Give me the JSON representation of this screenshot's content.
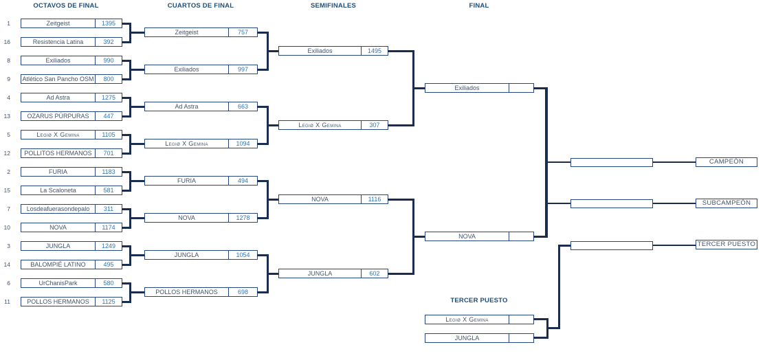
{
  "headers": {
    "round_of_16": "OCTAVOS DE FINAL",
    "quarterfinals": "CUARTOS DE FINAL",
    "semifinals": "SEMIFINALES",
    "final": "FINAL",
    "third_place": "TERCER PUESTO"
  },
  "placements": {
    "champion": "CAMPEÓN",
    "runner_up": "SUBCAMPEÓN",
    "third": "TERCER PUESTO"
  },
  "colors": {
    "bracket_line": "#1b2d4f",
    "box_border": "#25477b",
    "team_name_text": "#44546a",
    "score_text": "#2e75b6",
    "header_text": "#1f4e79"
  },
  "rounds": {
    "r16": [
      {
        "seed": "1",
        "name": "Zeitgeist",
        "score": "1395"
      },
      {
        "seed": "16",
        "name": "Resistencia Latina",
        "score": "392"
      },
      {
        "seed": "8",
        "name": "Exiliados",
        "score": "990"
      },
      {
        "seed": "9",
        "name": "Atlético San Pancho OSM",
        "score": "800"
      },
      {
        "seed": "4",
        "name": "Ad Astra",
        "score": "1275"
      },
      {
        "seed": "13",
        "name": "OZARUS PÚRPURAS",
        "score": "447"
      },
      {
        "seed": "5",
        "name": "Legiø X Gemina",
        "score": "1105"
      },
      {
        "seed": "12",
        "name": "POLLITOS HERMANOS",
        "score": "701"
      },
      {
        "seed": "2",
        "name": "FURIA",
        "score": "1183"
      },
      {
        "seed": "15",
        "name": "La Scaloneta",
        "score": "581"
      },
      {
        "seed": "7",
        "name": "Losdeafuerasondepalo",
        "score": "311"
      },
      {
        "seed": "10",
        "name": "NOVA",
        "score": "1174"
      },
      {
        "seed": "3",
        "name": "JUNGLA",
        "score": "1249"
      },
      {
        "seed": "14",
        "name": "BALOMPIÉ LATINO",
        "score": "495"
      },
      {
        "seed": "6",
        "name": "UrChanisPark",
        "score": "580"
      },
      {
        "seed": "11",
        "name": "POLLOS HERMANOS",
        "score": "1125"
      }
    ],
    "qf": [
      {
        "name": "Zeitgeist",
        "score": "757"
      },
      {
        "name": "Exiliados",
        "score": "997"
      },
      {
        "name": "Ad Astra",
        "score": "663"
      },
      {
        "name": "Legiø X Gemina",
        "score": "1094"
      },
      {
        "name": "FURIA",
        "score": "494"
      },
      {
        "name": "NOVA",
        "score": "1278"
      },
      {
        "name": "JUNGLA",
        "score": "1054"
      },
      {
        "name": "POLLOS HERMANOS",
        "score": "698"
      }
    ],
    "sf": [
      {
        "name": "Exiliados",
        "score": "1495"
      },
      {
        "name": "Legiø X Gemina",
        "score": "307"
      },
      {
        "name": "NOVA",
        "score": "1116"
      },
      {
        "name": "JUNGLA",
        "score": "602"
      }
    ],
    "final": [
      {
        "name": "Exiliados",
        "score": ""
      },
      {
        "name": "NOVA",
        "score": ""
      }
    ],
    "third": [
      {
        "name": "Legiø X Gemina",
        "score": ""
      },
      {
        "name": "JUNGLA",
        "score": ""
      }
    ]
  }
}
